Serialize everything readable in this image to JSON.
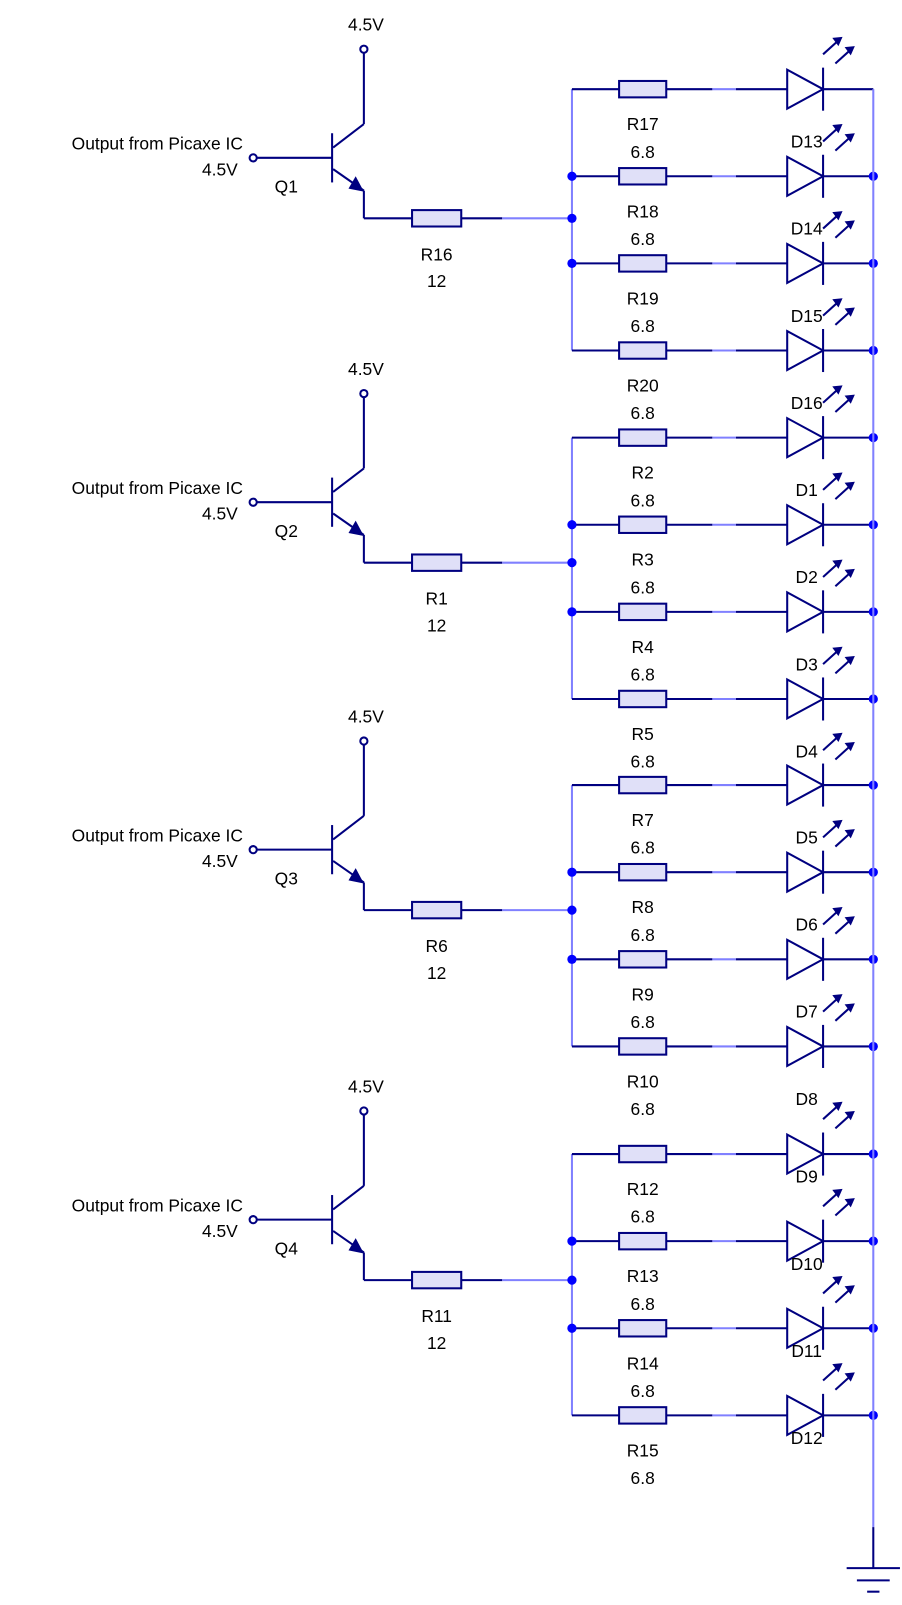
{
  "colors": {
    "wire": "#000080",
    "bus": "#8080ff",
    "junction": "#0000ff",
    "resistor_fill": "#e0e0f8",
    "text": "#000000"
  },
  "blocks": [
    {
      "input_label": "Output from Picaxe IC",
      "input_voltage": "4.5V",
      "supply_voltage": "4.5V",
      "transistor": "Q1",
      "base_resistor": {
        "name": "R16",
        "value": "12"
      },
      "rows": [
        {
          "resistor": "R17",
          "value": "6.8",
          "diode": "D13"
        },
        {
          "resistor": "R18",
          "value": "6.8",
          "diode": "D14"
        },
        {
          "resistor": "R19",
          "value": "6.8",
          "diode": "D15"
        },
        {
          "resistor": "R20",
          "value": "6.8",
          "diode": "D16"
        }
      ]
    },
    {
      "input_label": "Output from Picaxe IC",
      "input_voltage": "4.5V",
      "supply_voltage": "4.5V",
      "transistor": "Q2",
      "base_resistor": {
        "name": "R1",
        "value": "12"
      },
      "rows": [
        {
          "resistor": "R2",
          "value": "6.8",
          "diode": "D1"
        },
        {
          "resistor": "R3",
          "value": "6.8",
          "diode": "D2"
        },
        {
          "resistor": "R4",
          "value": "6.8",
          "diode": "D3"
        },
        {
          "resistor": "R5",
          "value": "6.8",
          "diode": "D4"
        }
      ]
    },
    {
      "input_label": "Output from Picaxe IC",
      "input_voltage": "4.5V",
      "supply_voltage": "4.5V",
      "transistor": "Q3",
      "base_resistor": {
        "name": "R6",
        "value": "12"
      },
      "rows": [
        {
          "resistor": "R7",
          "value": "6.8",
          "diode": "D5"
        },
        {
          "resistor": "R8",
          "value": "6.8",
          "diode": "D6"
        },
        {
          "resistor": "R9",
          "value": "6.8",
          "diode": "D7"
        },
        {
          "resistor": "R10",
          "value": "6.8",
          "diode": "D8"
        }
      ]
    },
    {
      "input_label": "Output from Picaxe IC",
      "input_voltage": "4.5V",
      "supply_voltage": "4.5V",
      "transistor": "Q4",
      "base_resistor": {
        "name": "R11",
        "value": "12"
      },
      "rows": [
        {
          "resistor": "R12",
          "value": "6.8",
          "diode": "D9"
        },
        {
          "resistor": "R13",
          "value": "6.8",
          "diode": "D10"
        },
        {
          "resistor": "R14",
          "value": "6.8",
          "diode": "D11"
        },
        {
          "resistor": "R15",
          "value": "6.8",
          "diode": "D12"
        }
      ]
    }
  ],
  "ground_symbol": "ground-icon"
}
